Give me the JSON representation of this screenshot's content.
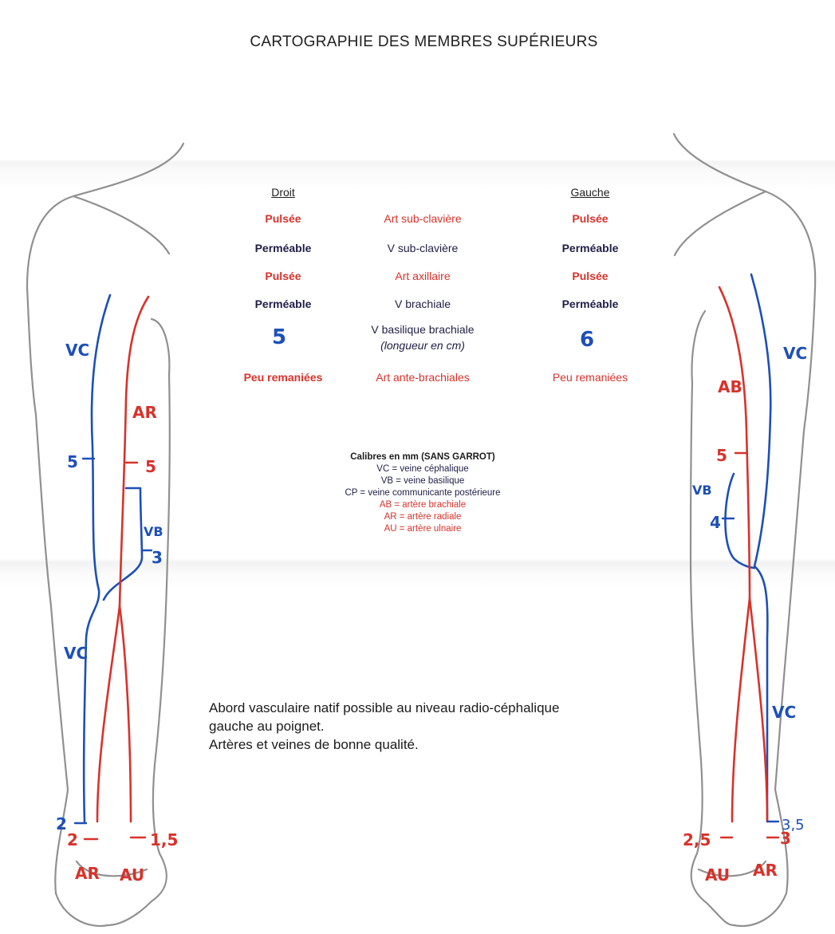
{
  "title": "CARTOGRAPHIE DES MEMBRES SUPÉRIEURS",
  "table": {
    "left_header": "Droit",
    "right_header": "Gauche",
    "rows": [
      {
        "left": "Pulsée",
        "middle": "Art sub-clavière",
        "right": "Pulsée"
      },
      {
        "left": "Perméable",
        "middle": "V sub-clavière",
        "right": "Perméable"
      },
      {
        "left": "Pulsée",
        "middle": "Art axillaire",
        "right": "Pulsée"
      },
      {
        "left": "Perméable",
        "middle": "V brachiale",
        "right": "Perméable"
      },
      {
        "left": "5",
        "middle": "V basilique brachiale",
        "middle_sub": "(longueur en cm)",
        "right": "6"
      },
      {
        "left": "Peu remaniées",
        "middle": "Art ante-brachiales",
        "right": "Peu remaniées"
      }
    ]
  },
  "legend": {
    "title": "Calibres en mm (SANS GARROT)",
    "items": [
      "VC = veine céphalique",
      "VB = veine basilique",
      "CP = veine communicante postérieure",
      "AB = artère brachiale",
      "AR = artère radiale",
      "AU = artère ulnaire"
    ]
  },
  "note": {
    "line1": "Abord vasculaire natif possible au niveau radio-céphalique",
    "line2": "gauche au poignet.",
    "line3": "Artères et veines de bonne qualité."
  },
  "annotations": {
    "right_arm": {
      "vc_upper": "VC",
      "vc_upper_value": "5",
      "ar_upper": "AR",
      "ar_upper_value": "5",
      "vb": "VB",
      "vb_value": "3",
      "vc_lower": "VC",
      "vc_lower_value": "2",
      "ar_wrist_value": "2",
      "au_wrist_value": "1,5",
      "ar_wrist": "AR",
      "au_wrist": "AU"
    },
    "left_arm": {
      "vc_upper": "VC",
      "ab": "AB",
      "ab_value": "5",
      "vb": "VB",
      "vb_value": "4",
      "vc_lower": "VC",
      "vc_lower_value": "3,5",
      "au_wrist_value": "2,5",
      "ar_wrist_value": "3",
      "au_wrist": "AU",
      "ar_wrist": "AR"
    }
  },
  "colors": {
    "artery": "#d8322b",
    "vein": "#1d4fb8",
    "navy": "#1e1e46",
    "outline": "#8f8f8f"
  }
}
